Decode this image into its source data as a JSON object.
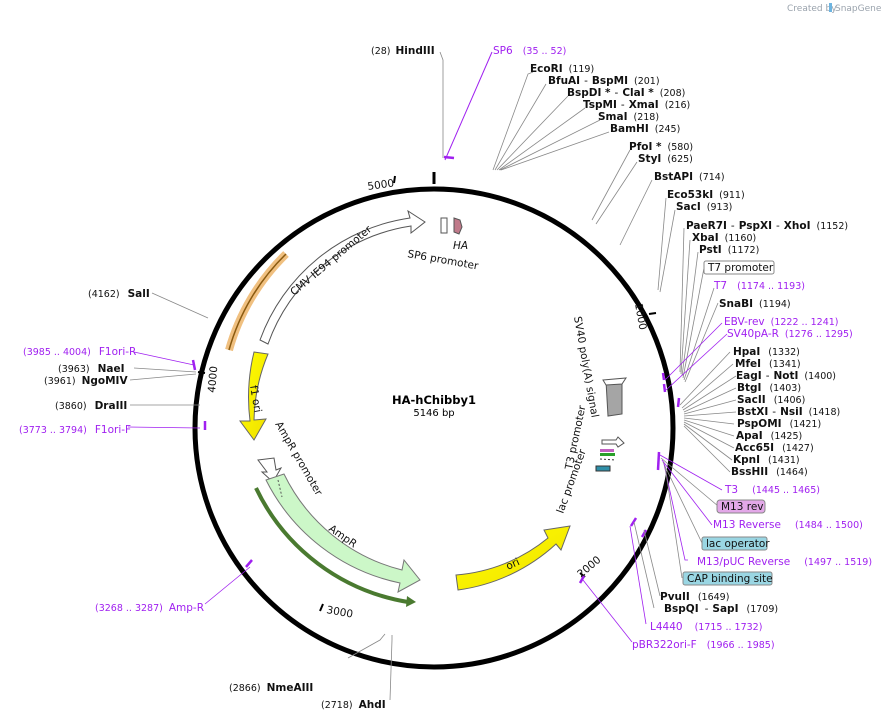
{
  "credit": {
    "prefix": "Created by",
    "brand": "SnapGene"
  },
  "plasmid": {
    "name": "HA-hChibby1",
    "length": "5146 bp"
  },
  "ticks": {
    "t1000": "1000",
    "t2000": "2000",
    "t3000": "3000",
    "t4000": "4000",
    "t5000": "5000"
  },
  "features": {
    "cmv": "CMV IE94 promoter",
    "sp6_promoter": "SP6 promoter",
    "ha": "HA",
    "sv40": "SV40 poly(A) signal",
    "t3": "T3 promoter",
    "lac": "lac promoter",
    "ori": "ori",
    "ampr": "AmpR",
    "ampr_promoter": "AmpR promoter",
    "f1": "f1 ori"
  },
  "sites": {
    "hindiii": {
      "pos": "(28)",
      "name": "HindIII"
    },
    "sp6": {
      "name": "SP6",
      "range": "(35 .. 52)"
    },
    "ecori": {
      "name": "EcoRI",
      "pos": "(119)"
    },
    "bfuai": {
      "name": "BfuAI",
      "name2": "BspMI",
      "pos": "(201)"
    },
    "bspdi": {
      "name": "BspDI *",
      "name2": "ClaI *",
      "pos": "(208)"
    },
    "tspmi": {
      "name": "TspMI",
      "name2": "XmaI",
      "pos": "(216)"
    },
    "smai": {
      "name": "SmaI",
      "pos": "(218)"
    },
    "bamhi": {
      "name": "BamHI",
      "pos": "(245)"
    },
    "pfoi": {
      "name": "PfoI *",
      "pos": "(580)"
    },
    "styi": {
      "name": "StyI",
      "pos": "(625)"
    },
    "bstapi": {
      "name": "BstAPI",
      "pos": "(714)"
    },
    "eco53ki": {
      "name": "Eco53kI",
      "pos": "(911)"
    },
    "saci": {
      "name": "SacI",
      "pos": "(913)"
    },
    "paer7i": {
      "name": "PaeR7I",
      "name2": "PspXI",
      "name3": "XhoI",
      "pos": "(1152)"
    },
    "xbai": {
      "name": "XbaI",
      "pos": "(1160)"
    },
    "psti": {
      "name": "PstI",
      "pos": "(1172)"
    },
    "t7prom": {
      "name": "T7 promoter"
    },
    "t7": {
      "name": "T7",
      "range": "(1174 .. 1193)"
    },
    "snabi": {
      "name": "SnaBI",
      "pos": "(1194)"
    },
    "ebvrev": {
      "name": "EBV-rev",
      "range": "(1222 .. 1241)"
    },
    "sv40par": {
      "name": "SV40pA-R",
      "range": "(1276 .. 1295)"
    },
    "hpai": {
      "name": "HpaI",
      "pos": "(1332)"
    },
    "mfei": {
      "name": "MfeI",
      "pos": "(1341)"
    },
    "eagi": {
      "name": "EagI",
      "name2": "NotI",
      "pos": "(1400)"
    },
    "btgi": {
      "name": "BtgI",
      "pos": "(1403)"
    },
    "sacii": {
      "name": "SacII",
      "pos": "(1406)"
    },
    "bstxi": {
      "name": "BstXI",
      "name2": "NsiI",
      "pos": "(1418)"
    },
    "pspomi": {
      "name": "PspOMI",
      "pos": "(1421)"
    },
    "apai": {
      "name": "ApaI",
      "pos": "(1425)"
    },
    "acc65i": {
      "name": "Acc65I",
      "pos": "(1427)"
    },
    "kpni": {
      "name": "KpnI",
      "pos": "(1431)"
    },
    "bsshii": {
      "name": "BssHII",
      "pos": "(1464)"
    },
    "t3": {
      "name": "T3",
      "range": "(1445 .. 1465)"
    },
    "m13rev": {
      "name": "M13 rev"
    },
    "m13reverse": {
      "name": "M13 Reverse",
      "range": "(1484 .. 1500)"
    },
    "lacop": {
      "name": "lac operator"
    },
    "m13puc": {
      "name": "M13/pUC Reverse",
      "range": "(1497 .. 1519)"
    },
    "cap": {
      "name": "CAP binding site"
    },
    "pvuii": {
      "name": "PvuII",
      "pos": "(1649)"
    },
    "bspqi": {
      "name": "BspQI",
      "name2": "SapI",
      "pos": "(1709)"
    },
    "l4440": {
      "name": "L4440",
      "range": "(1715 .. 1732)"
    },
    "pbr322": {
      "name": "pBR322ori-F",
      "range": "(1966 .. 1985)"
    },
    "nmeaiii": {
      "pos": "(2866)",
      "name": "NmeAIII"
    },
    "ahdi": {
      "pos": "(2718)",
      "name": "AhdI"
    },
    "ampr": {
      "range": "(3268 .. 3287)",
      "name": "Amp-R"
    },
    "f1orif": {
      "range": "(3773 .. 3794)",
      "name": "F1ori-F"
    },
    "draiii": {
      "pos": "(3860)",
      "name": "DraIII"
    },
    "ngomiv": {
      "pos": "(3961)",
      "name": "NgoMIV"
    },
    "naei": {
      "pos": "(3963)",
      "name": "NaeI"
    },
    "f1orir": {
      "range": "(3985 .. 4004)",
      "name": "F1ori-R"
    },
    "sali": {
      "pos": "(4162)",
      "name": "SalI"
    }
  }
}
